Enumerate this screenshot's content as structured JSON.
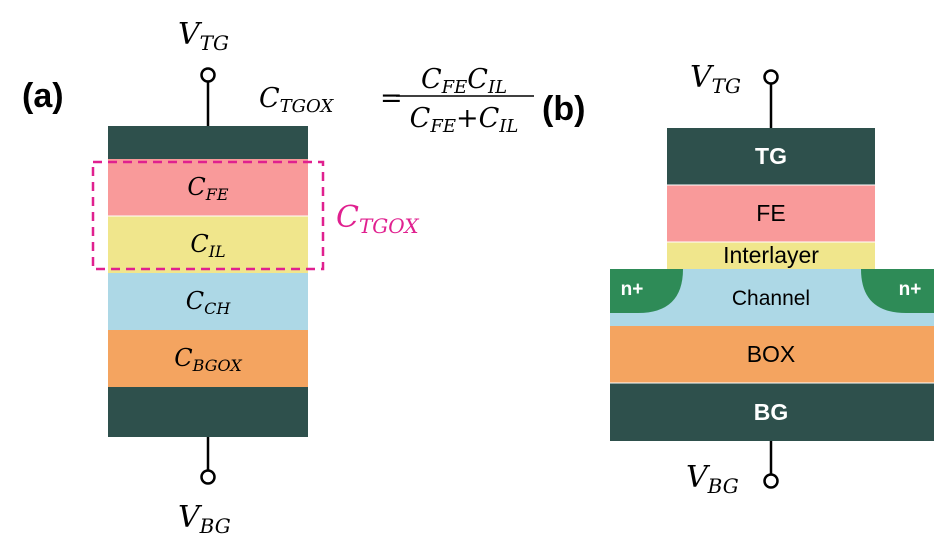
{
  "panel_a": {
    "label": "(a)",
    "top_terminal": {
      "main": "V",
      "sub": "TG"
    },
    "bottom_terminal": {
      "main": "V",
      "sub": "BG"
    },
    "layers": [
      {
        "main": "",
        "sub": "",
        "color": "#2e504c"
      },
      {
        "main": "C",
        "sub": "FE",
        "color": "#f99a9a"
      },
      {
        "main": "C",
        "sub": "IL",
        "color": "#f0e68c"
      },
      {
        "main": "C",
        "sub": "CH",
        "color": "#add8e6"
      },
      {
        "main": "C",
        "sub": "BGOX",
        "color": "#f4a460"
      },
      {
        "main": "",
        "sub": "",
        "color": "#2e504c"
      }
    ],
    "group_label": {
      "main": "C",
      "sub": "TGOX",
      "color": "#e0208f"
    }
  },
  "equation": {
    "lhs_main": "C",
    "lhs_sub": "TGOX",
    "equals": "=",
    "num_1_main": "C",
    "num_1_sub": "FE",
    "num_2_main": "C",
    "num_2_sub": "IL",
    "den_1_main": "C",
    "den_1_sub": "FE",
    "plus": "+",
    "den_2_main": "C",
    "den_2_sub": "IL"
  },
  "panel_b": {
    "label": "(b)",
    "top_terminal": {
      "main": "V",
      "sub": "TG"
    },
    "bottom_terminal": {
      "main": "V",
      "sub": "BG"
    },
    "layers": {
      "tg": {
        "text": "TG",
        "color": "#2e504c",
        "text_color": "#ffffff"
      },
      "fe": {
        "text": "FE",
        "color": "#f99a9a",
        "text_color": "#000000"
      },
      "interlayer": {
        "text": "Interlayer",
        "color": "#f0e68c",
        "text_color": "#000000"
      },
      "channel": {
        "text": "Channel",
        "color": "#add8e6",
        "text_color": "#000000"
      },
      "box": {
        "text": "BOX",
        "color": "#f4a460",
        "text_color": "#000000"
      },
      "bg": {
        "text": "BG",
        "color": "#2e504c",
        "text_color": "#ffffff"
      }
    },
    "source_doping": {
      "text": "n+",
      "color": "#2e8b57"
    },
    "drain_doping": {
      "text": "n+",
      "color": "#2e8b57"
    }
  }
}
